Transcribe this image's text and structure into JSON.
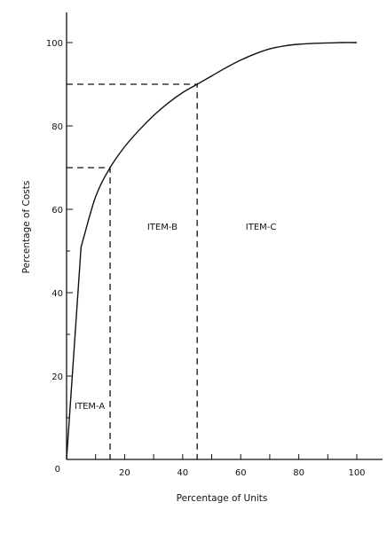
{
  "chart_data": {
    "type": "line",
    "title": "",
    "xlabel": "Percentage of Units",
    "ylabel": "Percentage of Costs",
    "xlim": [
      0,
      100
    ],
    "ylim": [
      0,
      100
    ],
    "x_tick_labels": [
      "20",
      "40",
      "60",
      "80",
      "100"
    ],
    "x_minor_ticks": [
      10,
      20,
      30,
      40,
      50,
      60,
      70,
      80,
      90,
      100
    ],
    "y_tick_labels": [
      "0",
      "20",
      "40",
      "60",
      "80",
      "100"
    ],
    "y_minor_ticks": [
      10,
      30,
      50,
      70,
      90
    ],
    "grid": false,
    "series": [
      {
        "name": "",
        "x": [
          0,
          5,
          10,
          15,
          20,
          25,
          30,
          35,
          40,
          45,
          50,
          55,
          60,
          65,
          70,
          75,
          80,
          85,
          90,
          95,
          100
        ],
        "y": [
          0,
          51,
          63,
          70,
          75,
          79,
          82.5,
          85.5,
          88,
          90,
          92,
          94,
          95.8,
          97.3,
          98.5,
          99.2,
          99.6,
          99.8,
          99.9,
          100,
          100
        ]
      }
    ],
    "reference_lines": [
      {
        "x": [
          0,
          15,
          15
        ],
        "y": [
          70,
          70,
          0
        ],
        "style": "dashed"
      },
      {
        "x": [
          0,
          45,
          45
        ],
        "y": [
          90,
          90,
          0
        ],
        "style": "dashed"
      }
    ],
    "annotations": [
      {
        "text": "ITEM-A",
        "x": 8,
        "y": 13
      },
      {
        "text": "ITEM-B",
        "x": 33,
        "y": 56
      },
      {
        "text": "ITEM-C",
        "x": 67,
        "y": 56
      }
    ]
  }
}
